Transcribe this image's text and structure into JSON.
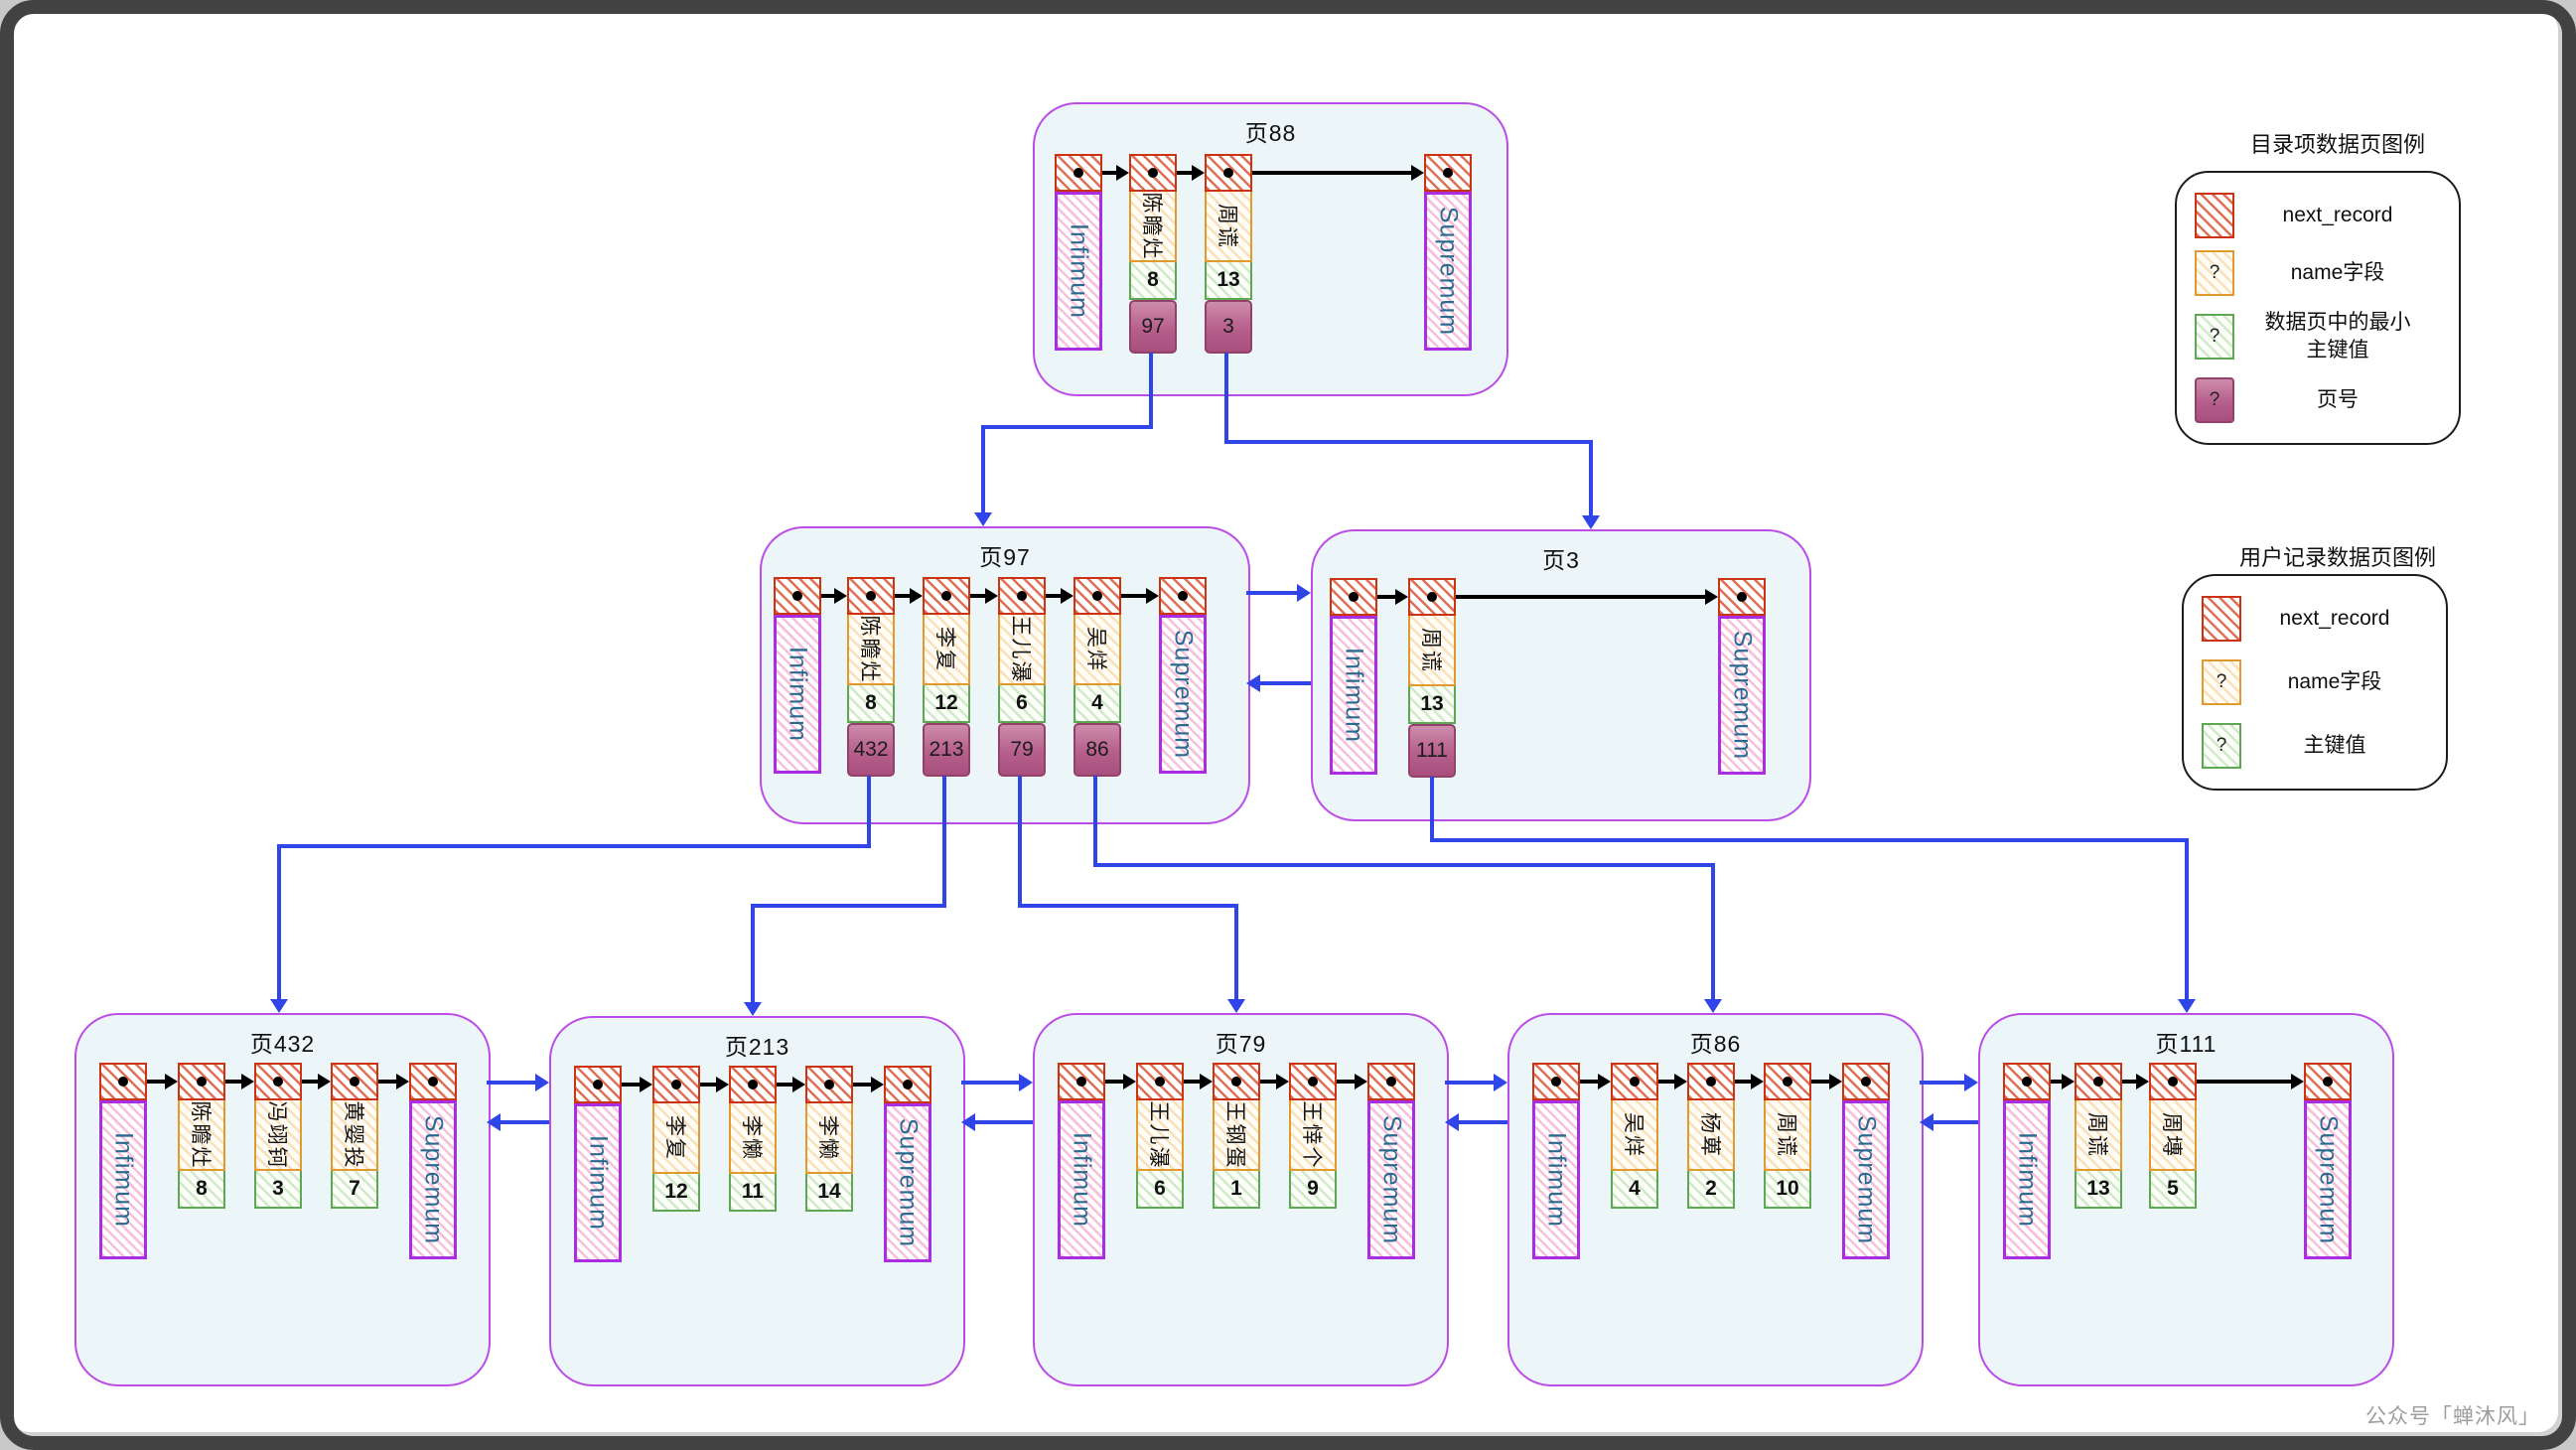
{
  "watermark": "公众号「蝉沐风」",
  "colors": {
    "connector_blue": "#2f45e8",
    "node_border_purple": "#bb4ce6",
    "next_record_red": "#cc3312",
    "name_field_orange": "#e09a2d",
    "key_green": "#5ea854",
    "page_number_maroon": "#a84f7e",
    "node_background": "#ecf6f8",
    "sentinel_text": "#2b6a8f"
  },
  "legend_directory": {
    "title": "目录项数据页图例",
    "items": [
      {
        "mark": "",
        "label": "next_record"
      },
      {
        "mark": "?",
        "label": "name字段"
      },
      {
        "mark": "?",
        "label_line1": "数据页中的最小",
        "label_line2": "主键值"
      },
      {
        "mark": "?",
        "label": "页号"
      }
    ]
  },
  "legend_user": {
    "title": "用户记录数据页图例",
    "items": [
      {
        "mark": "",
        "label": "next_record"
      },
      {
        "mark": "?",
        "label": "name字段"
      },
      {
        "mark": "?",
        "label": "主键值"
      }
    ]
  },
  "pages": {
    "p88": {
      "title": "页88",
      "infimum": "Infimum",
      "supremum": "Supremum",
      "records": [
        {
          "name": "陈瞻灶",
          "key": "8",
          "page": "97"
        },
        {
          "name": "周谎",
          "key": "13",
          "page": "3"
        }
      ]
    },
    "p97": {
      "title": "页97",
      "infimum": "Infimum",
      "supremum": "Supremum",
      "records": [
        {
          "name": "陈瞻灶",
          "key": "8",
          "page": "432"
        },
        {
          "name": "李复",
          "key": "12",
          "page": "213"
        },
        {
          "name": "王儿瀑",
          "key": "6",
          "page": "79"
        },
        {
          "name": "吴烊",
          "key": "4",
          "page": "86"
        }
      ]
    },
    "p3": {
      "title": "页3",
      "infimum": "Infimum",
      "supremum": "Supremum",
      "records": [
        {
          "name": "周谎",
          "key": "13",
          "page": "111"
        }
      ]
    },
    "p432": {
      "title": "页432",
      "infimum": "Infimum",
      "supremum": "Supremum",
      "records": [
        {
          "name": "陈瞻灶",
          "key": "8"
        },
        {
          "name": "冯翊钶",
          "key": "3"
        },
        {
          "name": "黄婴投",
          "key": "7"
        }
      ]
    },
    "p213": {
      "title": "页213",
      "infimum": "Infimum",
      "supremum": "Supremum",
      "records": [
        {
          "name": "李复",
          "key": "12"
        },
        {
          "name": "李懒",
          "key": "11"
        },
        {
          "name": "李懒",
          "key": "14"
        }
      ]
    },
    "p79": {
      "title": "页79",
      "infimum": "Infimum",
      "supremum": "Supremum",
      "records": [
        {
          "name": "王儿瀑",
          "key": "6"
        },
        {
          "name": "王钢蛋",
          "key": "1"
        },
        {
          "name": "王悻个",
          "key": "9"
        }
      ]
    },
    "p86": {
      "title": "页86",
      "infimum": "Infimum",
      "supremum": "Supremum",
      "records": [
        {
          "name": "吴烊",
          "key": "4"
        },
        {
          "name": "杨萆",
          "key": "2"
        },
        {
          "name": "周谎",
          "key": "10"
        }
      ]
    },
    "p111": {
      "title": "页111",
      "infimum": "Infimum",
      "supremum": "Supremum",
      "records": [
        {
          "name": "周谎",
          "key": "13"
        },
        {
          "name": "周塼",
          "key": "5"
        }
      ]
    }
  }
}
